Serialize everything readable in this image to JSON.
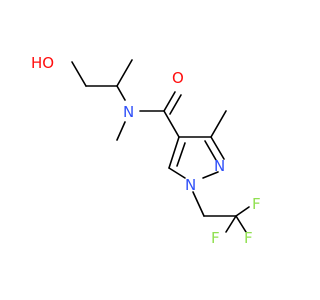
{
  "molecule": {
    "atom_colors": {
      "O": "#ff0d0d",
      "N": "#3050f8",
      "F": "#90e050",
      "C": "#000000"
    },
    "labels": {
      "hydroxyl": "HO",
      "carbonyl_o": "O",
      "amide_n": "N",
      "ring_n1": "N",
      "ring_n2": "N",
      "fluorine_1": "F",
      "fluorine_2": "F",
      "fluorine_3": "F"
    }
  }
}
